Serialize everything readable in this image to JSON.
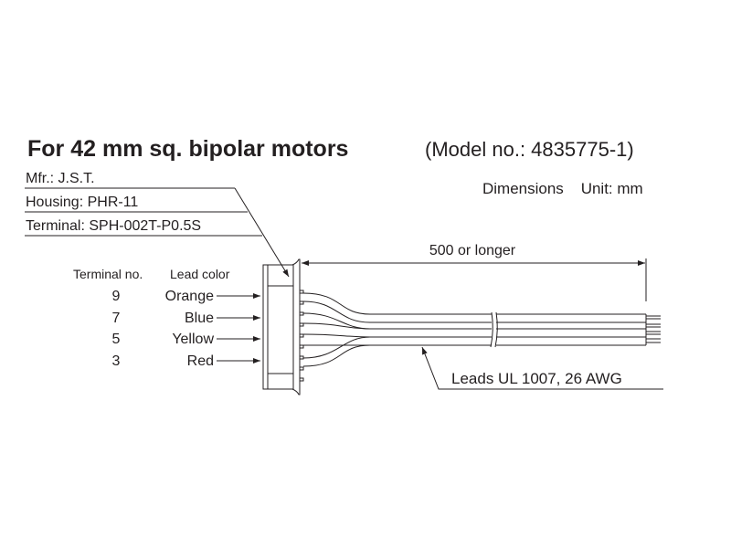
{
  "title": {
    "bold": "For 42 mm sq. bipolar motors",
    "model": "(Model no.: 4835775-1)"
  },
  "units": "Dimensions    Unit: mm",
  "specs": {
    "mfr": "Mfr.: J.S.T.",
    "housing": "Housing: PHR-11",
    "terminal": "Terminal: SPH-002T-P0.5S"
  },
  "table": {
    "header_terminal": "Terminal no.",
    "header_color": "Lead color",
    "rows": [
      {
        "no": "9",
        "color": "Orange"
      },
      {
        "no": "7",
        "color": "Blue"
      },
      {
        "no": "5",
        "color": "Yellow"
      },
      {
        "no": "3",
        "color": "Red"
      }
    ]
  },
  "length_label": "500 or longer",
  "leads_label": "Leads UL 1007, 26 AWG"
}
